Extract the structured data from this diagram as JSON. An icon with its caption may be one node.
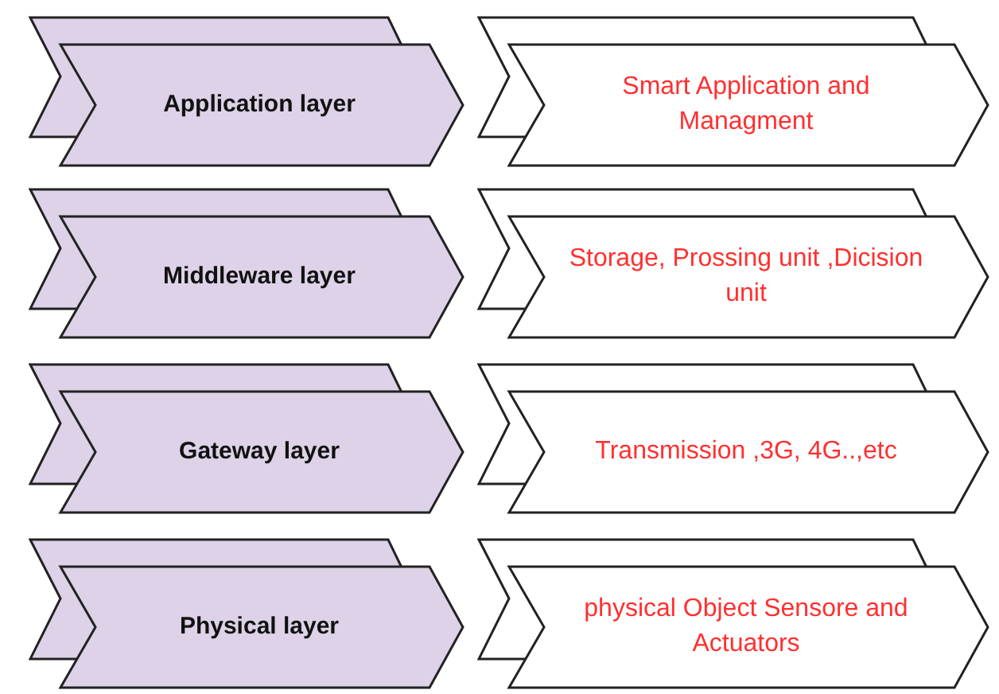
{
  "diagram": {
    "nodes": [
      {
        "text": [
          "Application layer"
        ]
      },
      {
        "text": [
          "Smart Application and Managment"
        ]
      },
      {
        "text": [
          "Middleware layer"
        ]
      },
      {
        "text": [
          "Storage, Prossing unit ,Dicision unit"
        ]
      },
      {
        "text": [
          "Gateway layer"
        ]
      },
      {
        "text": [
          "Transmission ,3G, 4G..,etc"
        ]
      },
      {
        "text": [
          "Physical layer"
        ]
      },
      {
        "text": [
          "physical Object Sensore and Actuators"
        ]
      }
    ]
  }
}
